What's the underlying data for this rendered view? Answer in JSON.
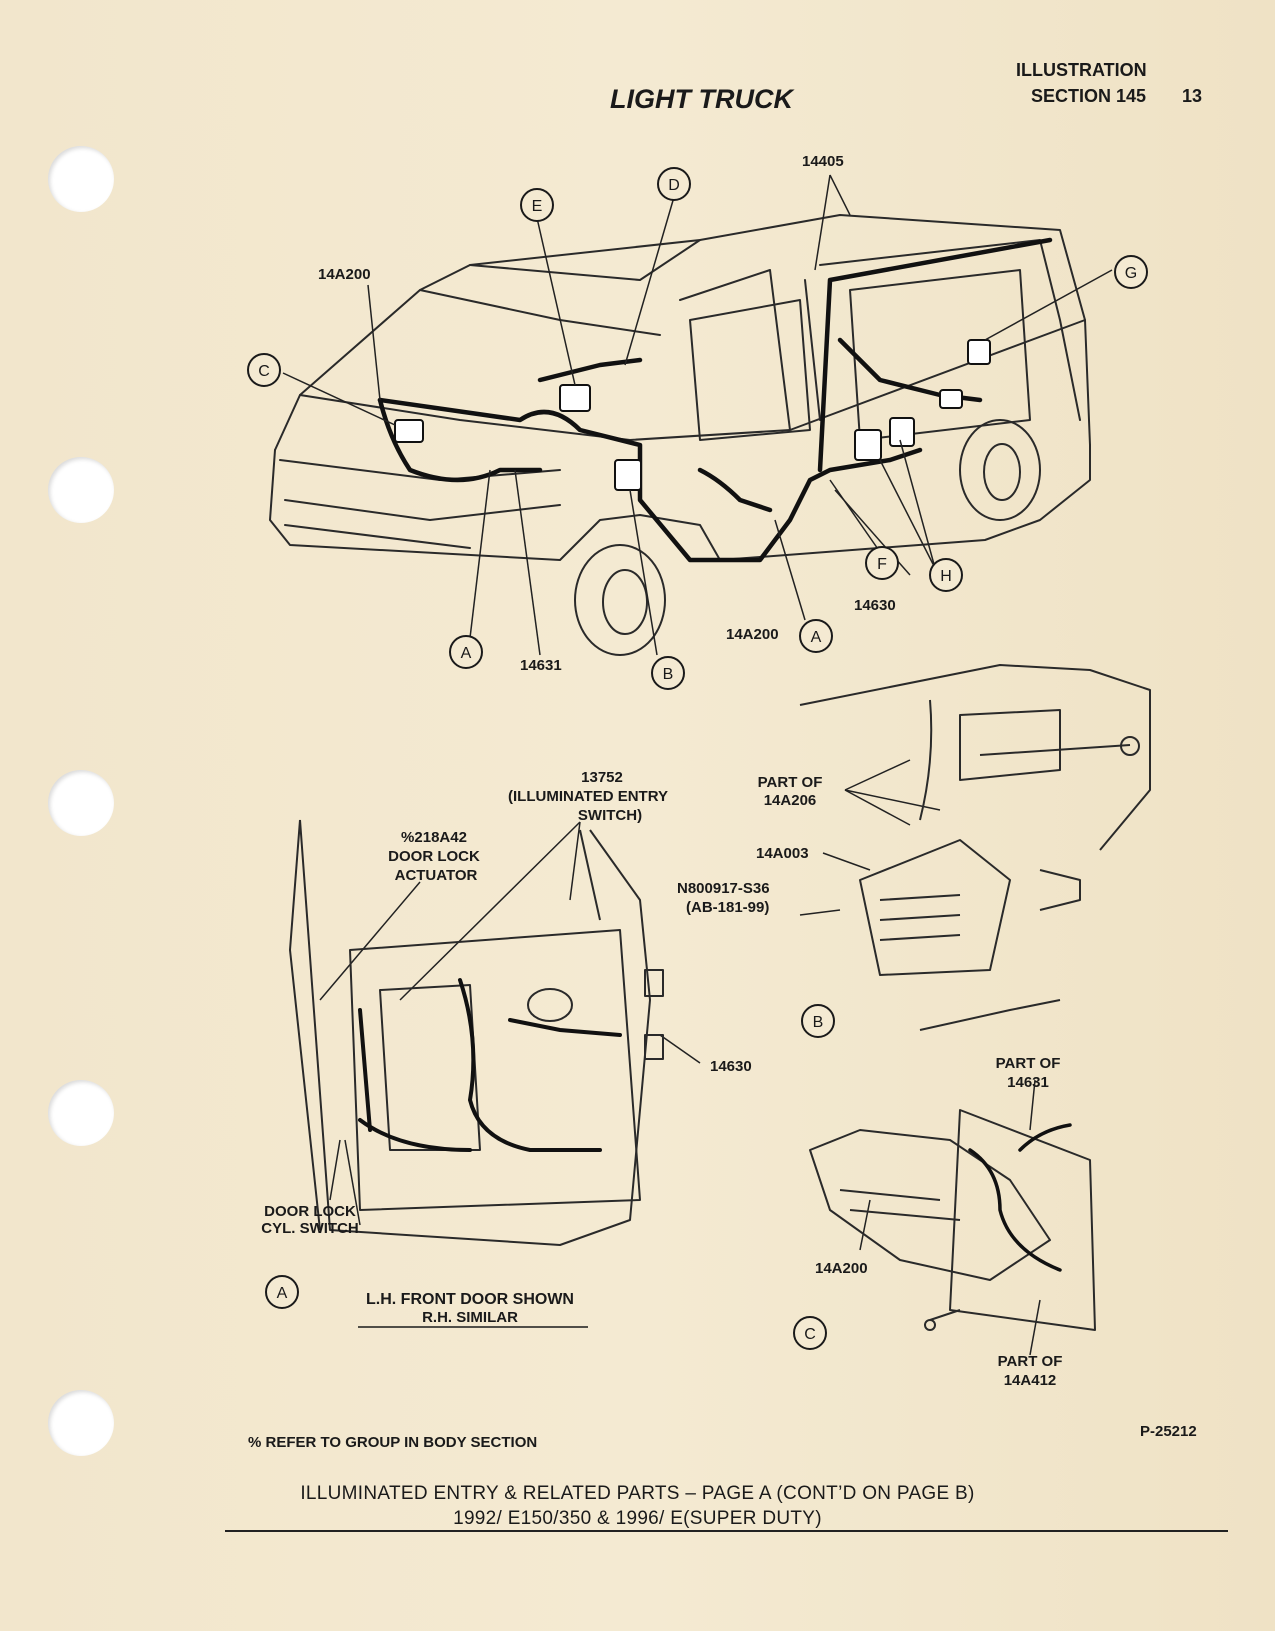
{
  "header": {
    "section_line1": "ILLUSTRATION",
    "section_line2": "SECTION 145",
    "page_number": "13",
    "title": "LIGHT TRUCK"
  },
  "callouts": {
    "c_14405": "14405",
    "c_14A200_top": "14A200",
    "c_14631": "14631",
    "c_14A200_mid": "14A200",
    "c_14630_mid": "14630",
    "c_13752": "13752",
    "c_13752_desc1": "(ILLUMINATED ENTRY",
    "c_13752_desc2": "SWITCH)",
    "c_218A42": "%218A42",
    "c_218A42_desc1": "DOOR LOCK",
    "c_218A42_desc2": "ACTUATOR",
    "c_14630_door": "14630",
    "c_doorlock1": "DOOR LOCK",
    "c_doorlock2": "CYL.  SWITCH",
    "c_partof_14A206_1": "PART OF",
    "c_partof_14A206_2": "14A206",
    "c_14A003": "14A003",
    "c_N800917": "N800917-S36",
    "c_AB181": "(AB-181-99)",
    "c_partof_14631_1": "PART OF",
    "c_partof_14631_2": "14631",
    "c_14A200_c": "14A200",
    "c_partof_14A412_1": "PART OF",
    "c_partof_14A412_2": "14A412"
  },
  "circles": [
    "A",
    "B",
    "C",
    "D",
    "E",
    "F",
    "G",
    "H"
  ],
  "captions": {
    "lh_front_door": "L.H. FRONT DOOR SHOWN",
    "rh_similar": "R.H. SIMILAR",
    "refer_note": "% REFER TO GROUP IN BODY SECTION",
    "figure_id": "P-25212"
  },
  "footer": {
    "line1": "ILLUMINATED ENTRY & RELATED PARTS – PAGE A (CONT’D ON PAGE B)",
    "line2": "1992/ E150/350 & 1996/ E(SUPER DUTY)"
  },
  "colors": {
    "paper": "#f2e6cc",
    "ink": "#1a1a1a"
  }
}
